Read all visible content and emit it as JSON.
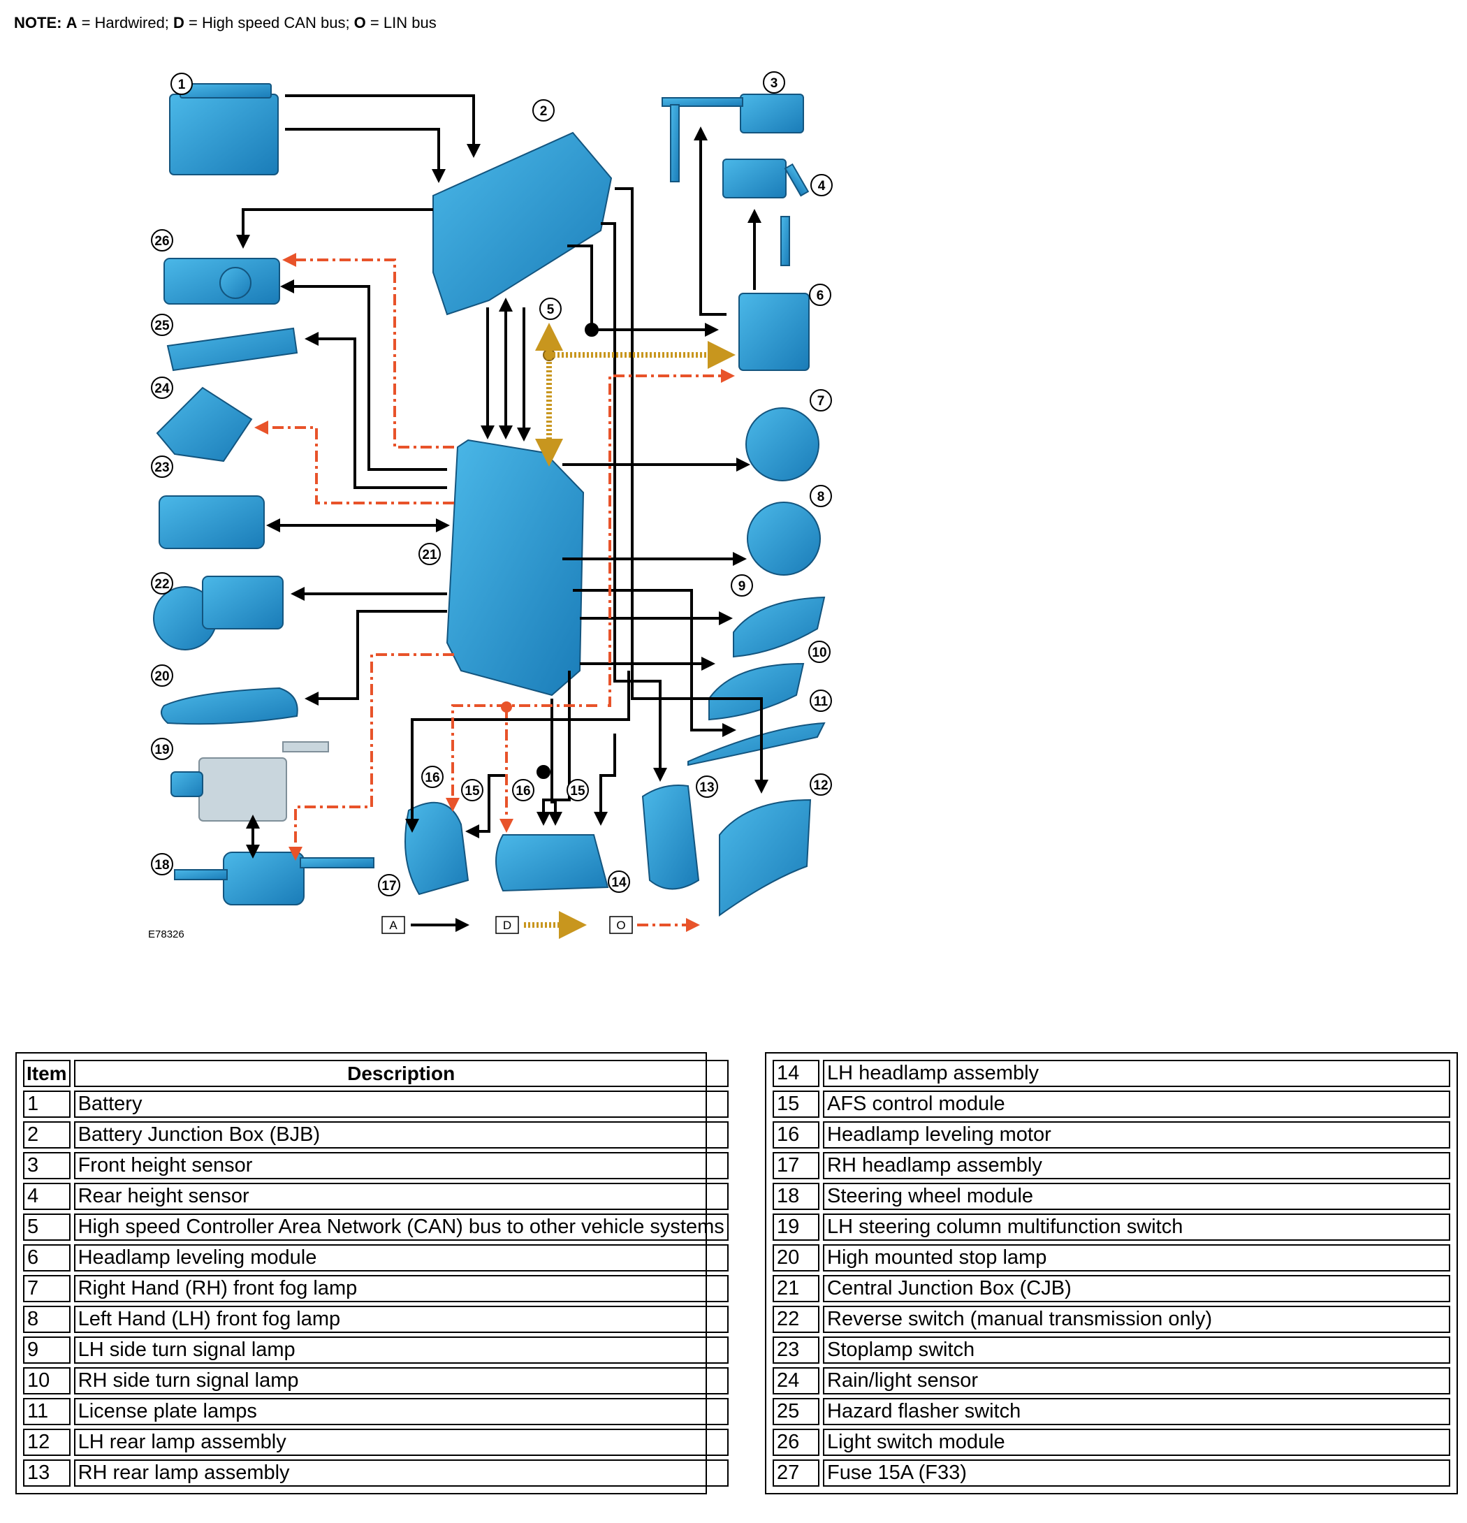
{
  "note": {
    "label": "NOTE:",
    "a_key": "A",
    "a_text": " = Hardwired; ",
    "d_key": "D",
    "d_text": " = High speed CAN bus; ",
    "o_key": "O",
    "o_text": " = LIN bus"
  },
  "diagram": {
    "reference": "E78326",
    "legend": [
      {
        "key": "A",
        "color": "#000000",
        "style": "solid"
      },
      {
        "key": "D",
        "color": "#c8961e",
        "style": "ladder"
      },
      {
        "key": "O",
        "color": "#e8532a",
        "style": "dash-dot"
      }
    ],
    "callouts": [
      "1",
      "2",
      "3",
      "4",
      "5",
      "6",
      "7",
      "8",
      "9",
      "10",
      "11",
      "12",
      "13",
      "14",
      "15",
      "15",
      "16",
      "16",
      "17",
      "18",
      "19",
      "20",
      "21",
      "22",
      "23",
      "24",
      "25",
      "26"
    ],
    "colors": {
      "component": "#2a9fd6",
      "component_dark": "#1a6fa3",
      "hardwired": "#000000",
      "can": "#c8961e",
      "lin": "#e8532a"
    }
  },
  "table": {
    "header": {
      "item": "Item",
      "description": "Description"
    },
    "left": [
      {
        "item": "1",
        "description": "Battery"
      },
      {
        "item": "2",
        "description": "Battery Junction Box (BJB)"
      },
      {
        "item": "3",
        "description": "Front height sensor"
      },
      {
        "item": "4",
        "description": "Rear height sensor"
      },
      {
        "item": "5",
        "description": "High speed Controller Area Network (CAN) bus to other vehicle systems"
      },
      {
        "item": "6",
        "description": "Headlamp leveling module"
      },
      {
        "item": "7",
        "description": "Right Hand (RH) front fog lamp"
      },
      {
        "item": "8",
        "description": "Left Hand (LH) front fog lamp"
      },
      {
        "item": "9",
        "description": "LH side turn signal lamp"
      },
      {
        "item": "10",
        "description": "RH side turn signal lamp"
      },
      {
        "item": "11",
        "description": "License plate lamps"
      },
      {
        "item": "12",
        "description": "LH rear lamp assembly"
      },
      {
        "item": "13",
        "description": "RH rear lamp assembly"
      }
    ],
    "right": [
      {
        "item": "14",
        "description": "LH headlamp assembly"
      },
      {
        "item": "15",
        "description": "AFS control module"
      },
      {
        "item": "16",
        "description": "Headlamp leveling motor"
      },
      {
        "item": "17",
        "description": "RH headlamp assembly"
      },
      {
        "item": "18",
        "description": "Steering wheel module"
      },
      {
        "item": "19",
        "description": "LH steering column multifunction switch"
      },
      {
        "item": "20",
        "description": "High mounted stop lamp"
      },
      {
        "item": "21",
        "description": "Central Junction Box (CJB)"
      },
      {
        "item": "22",
        "description": "Reverse switch (manual transmission only)"
      },
      {
        "item": "23",
        "description": "Stoplamp switch"
      },
      {
        "item": "24",
        "description": "Rain/light sensor"
      },
      {
        "item": "25",
        "description": "Hazard flasher switch"
      },
      {
        "item": "26",
        "description": "Light switch module"
      },
      {
        "item": "27",
        "description": "Fuse 15A (F33)"
      }
    ]
  }
}
